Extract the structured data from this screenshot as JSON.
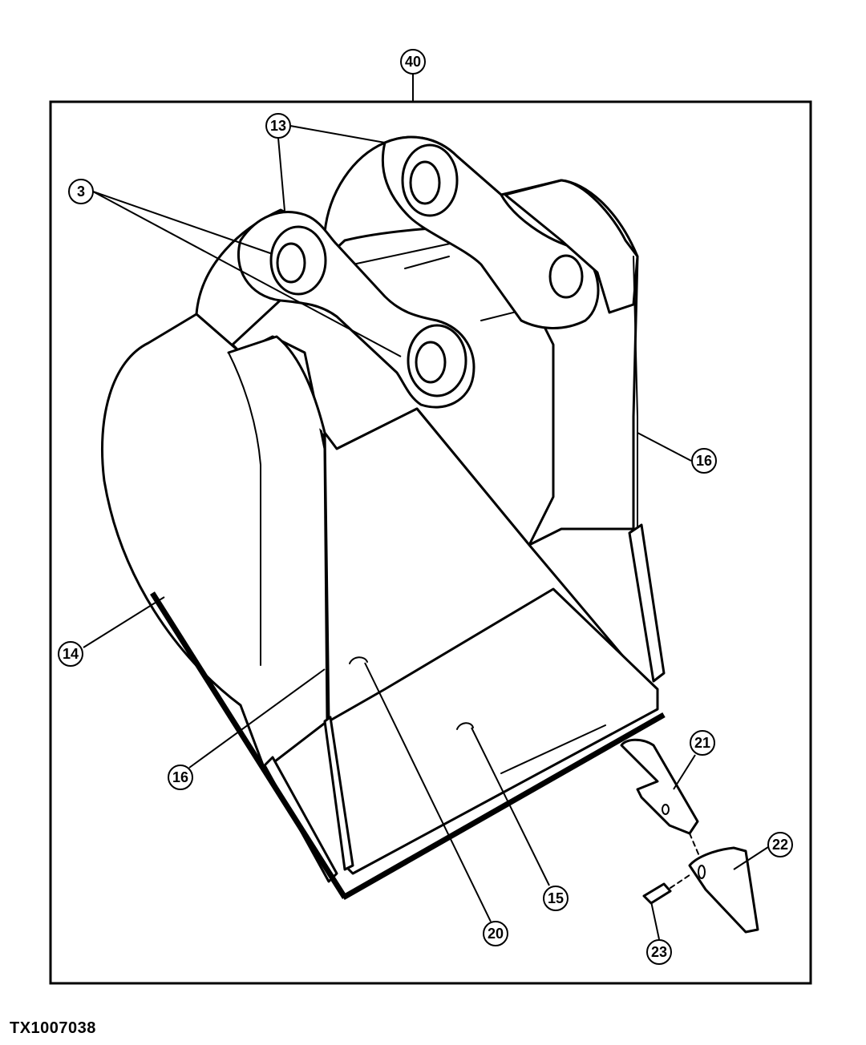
{
  "figure": {
    "id": "TX1007038"
  },
  "callouts": {
    "c40": "40",
    "c13": "13",
    "c3": "3",
    "c16_right": "16",
    "c14": "14",
    "c16_left": "16",
    "c21": "21",
    "c22": "22",
    "c23": "23",
    "c15": "15",
    "c20": "20"
  },
  "colors": {
    "line": "#000000",
    "background": "#ffffff"
  }
}
